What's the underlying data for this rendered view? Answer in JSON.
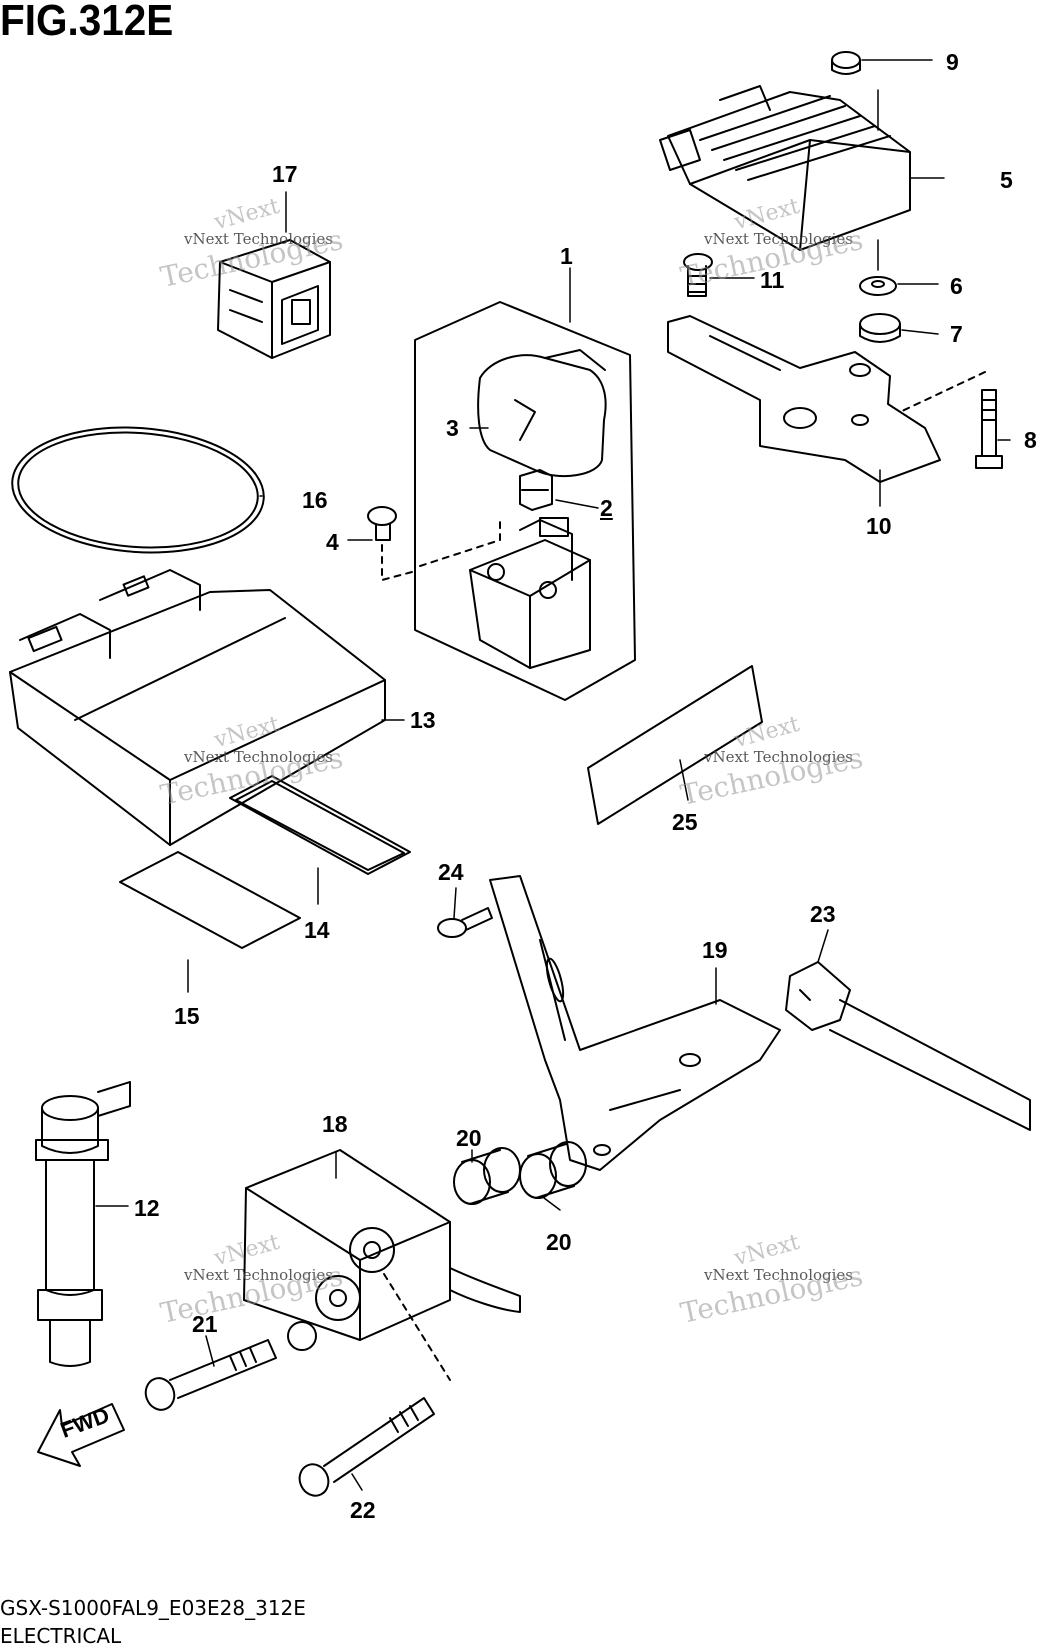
{
  "figure": {
    "title": "FIG.312E",
    "code": "GSX-S1000FAL9_E03E28_312E",
    "section": "ELECTRICAL"
  },
  "callouts": [
    {
      "id": "1",
      "label": "1"
    },
    {
      "id": "2",
      "label": "2"
    },
    {
      "id": "3",
      "label": "3"
    },
    {
      "id": "4",
      "label": "4"
    },
    {
      "id": "5",
      "label": "5"
    },
    {
      "id": "6",
      "label": "6"
    },
    {
      "id": "7",
      "label": "7"
    },
    {
      "id": "8",
      "label": "8"
    },
    {
      "id": "9",
      "label": "9"
    },
    {
      "id": "10",
      "label": "10"
    },
    {
      "id": "11",
      "label": "11"
    },
    {
      "id": "12",
      "label": "12"
    },
    {
      "id": "13",
      "label": "13"
    },
    {
      "id": "14",
      "label": "14"
    },
    {
      "id": "15",
      "label": "15"
    },
    {
      "id": "16",
      "label": "16"
    },
    {
      "id": "17",
      "label": "17"
    },
    {
      "id": "18",
      "label": "18"
    },
    {
      "id": "19",
      "label": "19"
    },
    {
      "id": "20a",
      "label": "20"
    },
    {
      "id": "20b",
      "label": "20"
    },
    {
      "id": "21",
      "label": "21"
    },
    {
      "id": "22",
      "label": "22"
    },
    {
      "id": "23",
      "label": "23"
    },
    {
      "id": "24",
      "label": "24"
    },
    {
      "id": "25",
      "label": "25"
    }
  ],
  "fwd_indicator": "FWD",
  "watermark": {
    "line1": "vNext",
    "line2": "vNext Technologies",
    "line3": "Technologies"
  }
}
